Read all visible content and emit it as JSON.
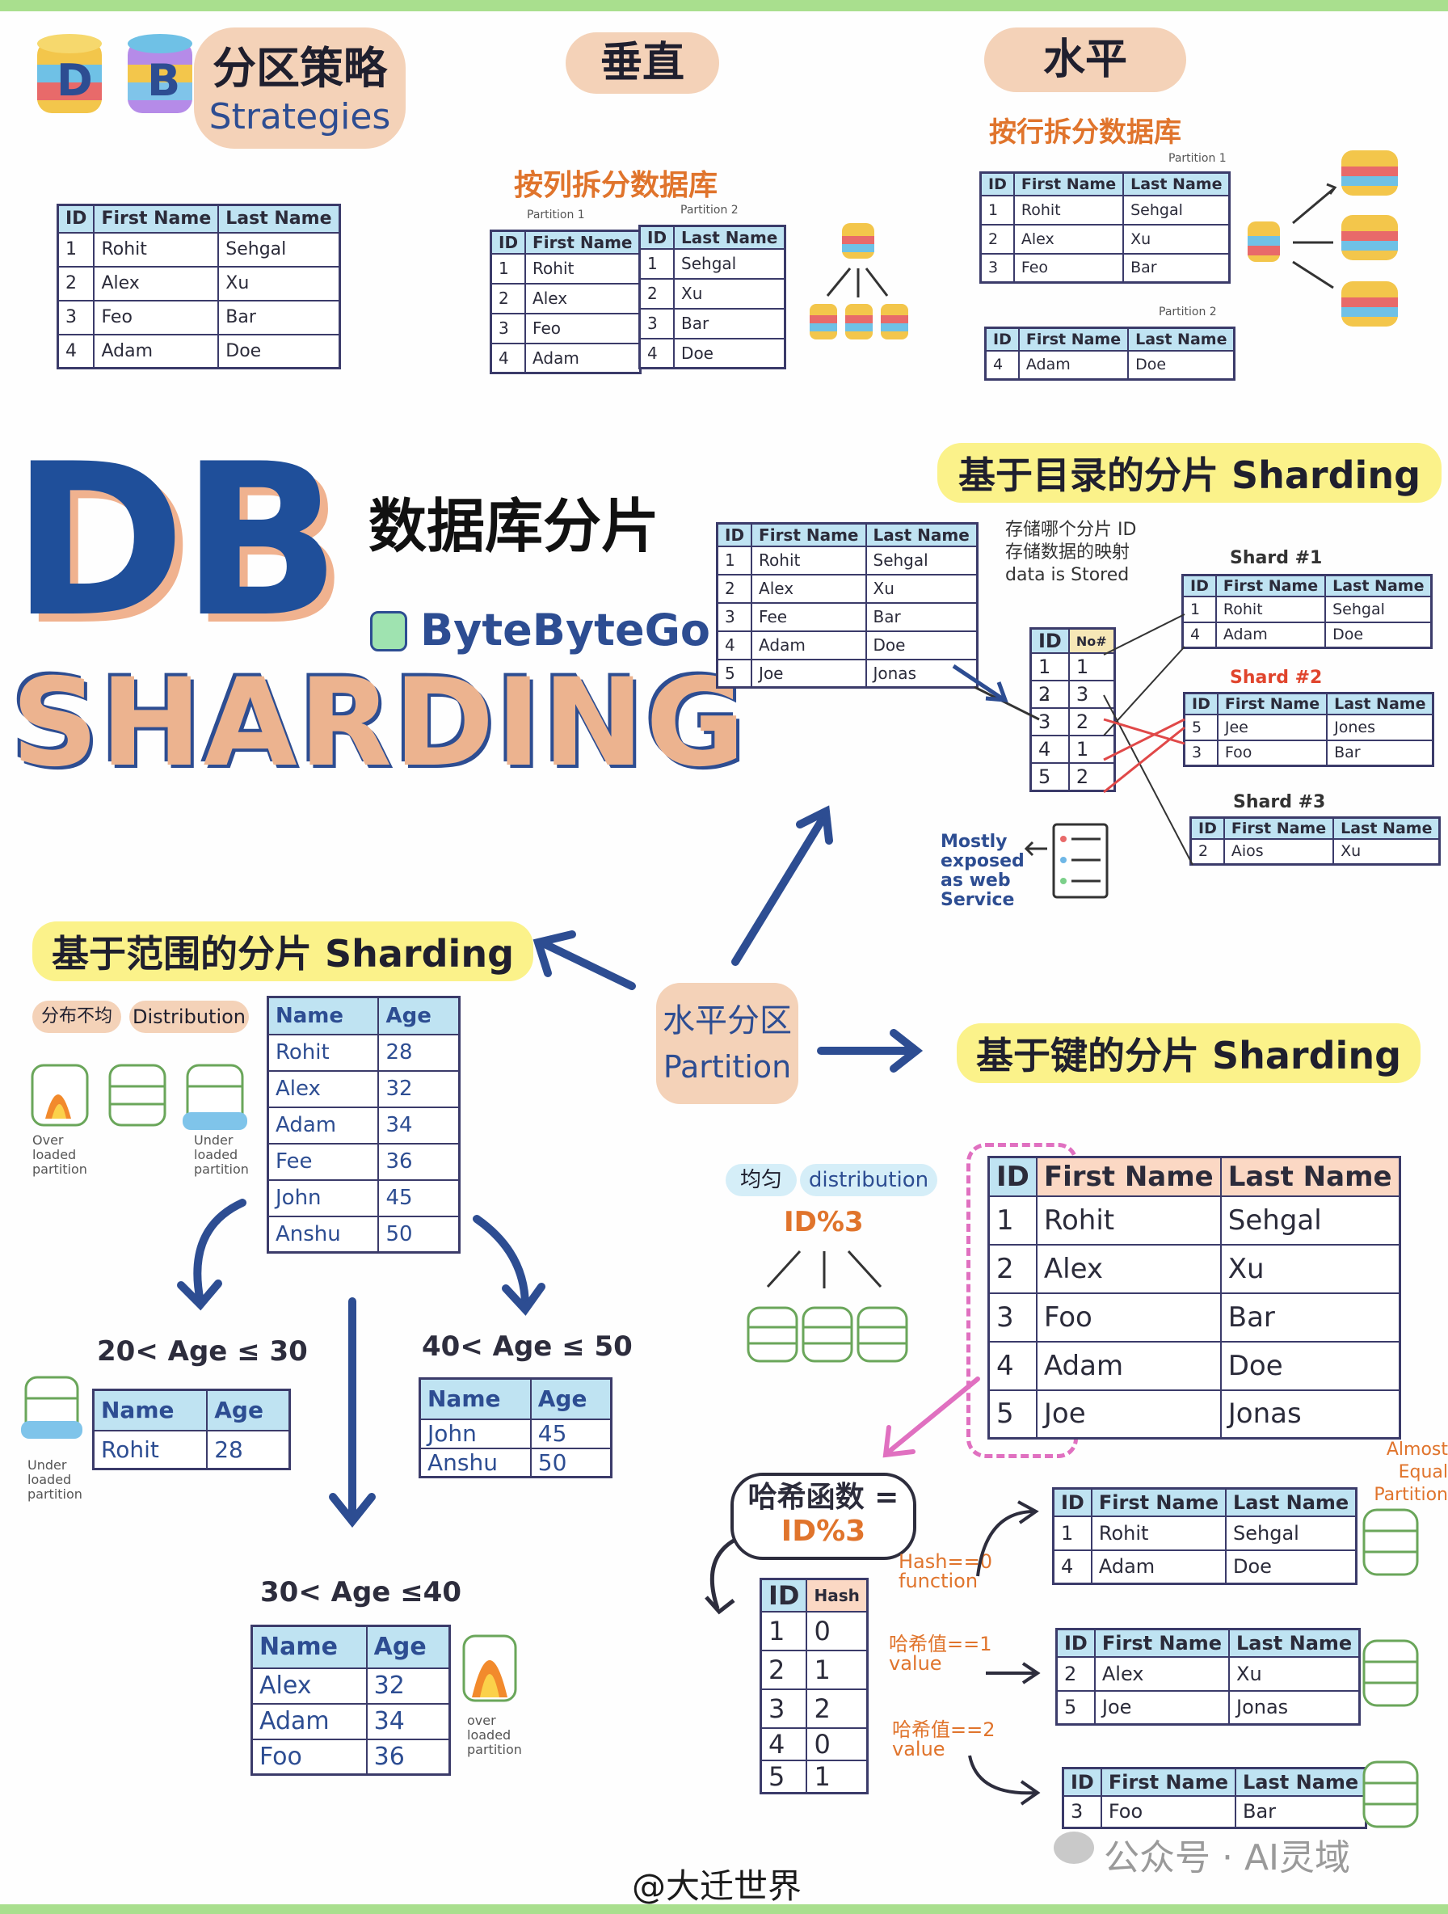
{
  "header": {
    "strategies_cn": "分区策略",
    "strategies_en": "Strategies",
    "vertical": "垂直",
    "horizontal": "水平"
  },
  "logo": {
    "left_letter": "D",
    "right_letter": "B"
  },
  "base_table": {
    "headers": [
      "ID",
      "First Name",
      "Last Name"
    ],
    "rows": [
      [
        "1",
        "Rohit",
        "Sehgal"
      ],
      [
        "2",
        "Alex",
        "Xu"
      ],
      [
        "3",
        "Feo",
        "Bar"
      ],
      [
        "4",
        "Adam",
        "Doe"
      ]
    ]
  },
  "vertical": {
    "title": "按列拆分数据库",
    "p1_label": "Partition 1",
    "p2_label": "Partition 2",
    "p1_headers": [
      "ID",
      "First Name"
    ],
    "p1_rows": [
      [
        "1",
        "Rohit"
      ],
      [
        "2",
        "Alex"
      ],
      [
        "3",
        "Feo"
      ],
      [
        "4",
        "Adam"
      ]
    ],
    "p2_headers": [
      "ID",
      "Last Name"
    ],
    "p2_rows": [
      [
        "1",
        "Sehgal"
      ],
      [
        "2",
        "Xu"
      ],
      [
        "3",
        "Bar"
      ],
      [
        "4",
        "Doe"
      ]
    ]
  },
  "horizontal": {
    "title": "按行拆分数据库",
    "p1_label": "Partition 1",
    "p2_label": "Partition 2",
    "headers": [
      "ID",
      "First Name",
      "Last Name"
    ],
    "p1_rows": [
      [
        "1",
        "Rohit",
        "Sehgal"
      ],
      [
        "2",
        "Alex",
        "Xu"
      ],
      [
        "3",
        "Feo",
        "Bar"
      ]
    ],
    "p2_rows": [
      [
        "4",
        "Adam",
        "Doe"
      ]
    ]
  },
  "hero": {
    "big1": "DB",
    "big2": "SHARDING",
    "title_cn": "数据库分片",
    "brand": "ByteByteGo"
  },
  "directory": {
    "title": "基于目录的分片 Sharding",
    "note_l1": "存储哪个分片 ID",
    "note_l2": "存储数据的映射",
    "note_l3": "data is Stored",
    "main_headers": [
      "ID",
      "First Name",
      "Last Name"
    ],
    "main_rows": [
      [
        "1",
        "Rohit",
        "Sehgal"
      ],
      [
        "2",
        "Alex",
        "Xu"
      ],
      [
        "3",
        "Fee",
        "Bar"
      ],
      [
        "4",
        "Adam",
        "Doe"
      ],
      [
        "5",
        "Joe",
        "Jonas"
      ]
    ],
    "map_headers": [
      "ID",
      "No#"
    ],
    "map_rows": [
      [
        "1",
        "1"
      ],
      [
        "2",
        "3"
      ],
      [
        "3",
        "2"
      ],
      [
        "4",
        "1"
      ],
      [
        "5",
        "2"
      ]
    ],
    "shard1_label": "Shard #1",
    "shard1_rows": [
      [
        "1",
        "Rohit",
        "Sehgal"
      ],
      [
        "4",
        "Adam",
        "Doe"
      ]
    ],
    "shard2_label": "Shard #2",
    "shard2_rows": [
      [
        "5",
        "Jee",
        "Jones"
      ],
      [
        "3",
        "Foo",
        "Bar"
      ]
    ],
    "shard3_label": "Shard #3",
    "shard3_rows": [
      [
        "2",
        "Aios",
        "Xu"
      ]
    ],
    "web_note": [
      "Mostly",
      "exposed",
      "as web",
      "Service"
    ]
  },
  "center": {
    "cn": "水平分区",
    "en": "Partition"
  },
  "range": {
    "title": "基于范围的分片 Sharding",
    "tag_cn": "分布不均",
    "tag_en": "Distribution",
    "over_note": [
      "Over",
      "loaded",
      "partition"
    ],
    "under_note": [
      "Under",
      "loaded",
      "partition"
    ],
    "headers": [
      "Name",
      "Age"
    ],
    "rows": [
      [
        "Rohit",
        "28"
      ],
      [
        "Alex",
        "32"
      ],
      [
        "Adam",
        "34"
      ],
      [
        "Fee",
        "36"
      ],
      [
        "John",
        "45"
      ],
      [
        "Anshu",
        "50"
      ]
    ],
    "g1_label": "20< Age ≤ 30",
    "g1_rows": [
      [
        "Rohit",
        "28"
      ]
    ],
    "g2_label": "40< Age ≤ 50",
    "g2_rows": [
      [
        "John",
        "45"
      ],
      [
        "Anshu",
        "50"
      ]
    ],
    "g3_label": "30< Age ≤40",
    "g3_rows": [
      [
        "Alex",
        "32"
      ],
      [
        "Adam",
        "34"
      ],
      [
        "Foo",
        "36"
      ]
    ],
    "under_note2": [
      "Under",
      "loaded",
      "partition"
    ],
    "over_note2": [
      "over",
      "loaded",
      "partition"
    ]
  },
  "key": {
    "title": "基于键的分片 Sharding",
    "tag_cn": "均匀",
    "tag_en": "distribution",
    "formula": "ID%3",
    "headers": [
      "ID",
      "First Name",
      "Last Name"
    ],
    "rows": [
      [
        "1",
        "Rohit",
        "Sehgal"
      ],
      [
        "2",
        "Alex",
        "Xu"
      ],
      [
        "3",
        "Foo",
        "Bar"
      ],
      [
        "4",
        "Adam",
        "Doe"
      ],
      [
        "5",
        "Joe",
        "Jonas"
      ]
    ],
    "hash_title_l1": "哈希函数 =",
    "hash_title_l2": "ID%3",
    "hash_headers": [
      "ID",
      "Hash"
    ],
    "hash_rows": [
      [
        "1",
        "0"
      ],
      [
        "2",
        "1"
      ],
      [
        "3",
        "2"
      ],
      [
        "4",
        "0"
      ],
      [
        "5",
        "1"
      ]
    ],
    "h0_label": [
      "Hash==0",
      "function"
    ],
    "h1_label": [
      "哈希值==1",
      "value"
    ],
    "h2_label": [
      "哈希值==2",
      "value"
    ],
    "equal_note": [
      "Almost Equal",
      "Partition"
    ],
    "s0_rows": [
      [
        "1",
        "Rohit",
        "Sehgal"
      ],
      [
        "4",
        "Adam",
        "Doe"
      ]
    ],
    "s1_rows": [
      [
        "2",
        "Alex",
        "Xu"
      ],
      [
        "5",
        "Joe",
        "Jonas"
      ]
    ],
    "s2_rows": [
      [
        "3",
        "Foo",
        "Bar"
      ]
    ]
  },
  "footer": {
    "watermark": "公众号 · AI灵域",
    "credit": "@大迁世界"
  },
  "colors": {
    "navy": "#2d4d92",
    "peach": "#f4d2b8",
    "yellow": "#fbf28a",
    "orange": "#e0742c",
    "blue_header": "#bfe3f2"
  }
}
